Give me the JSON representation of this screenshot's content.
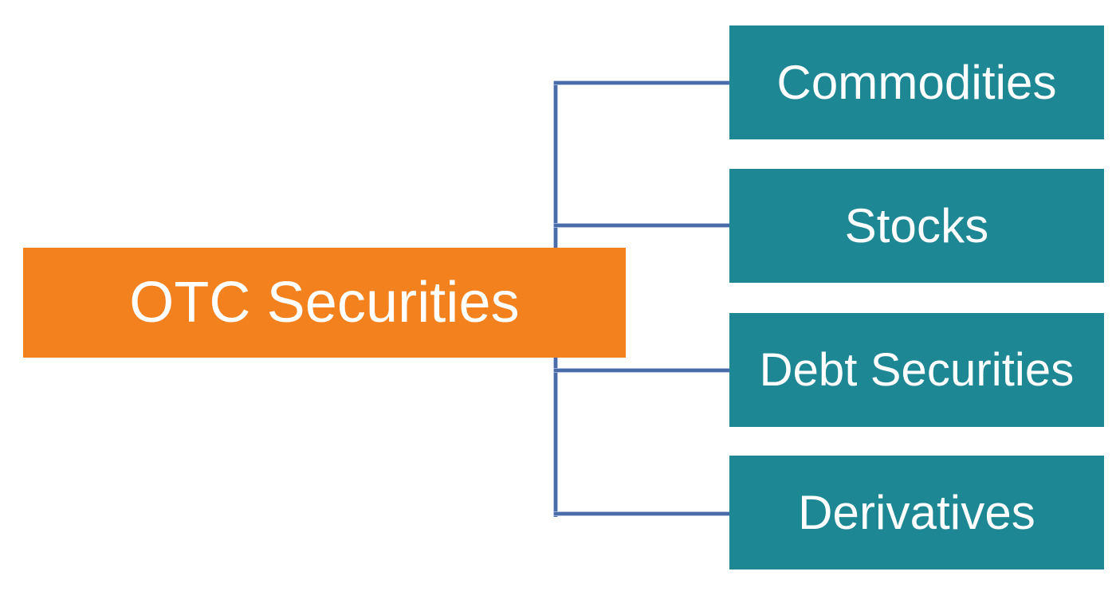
{
  "diagram": {
    "title": "OTC Securities",
    "type": "horizontal-tree",
    "background_color": "#FFFFFF",
    "root": {
      "label": "OTC Securities",
      "fill_color": "#F3821E",
      "text_color": "#FFFFFF"
    },
    "connector": {
      "color": "#4A6CA8",
      "style": "elbow-bracket"
    },
    "children": [
      {
        "label": "Commodities",
        "fill_color": "#1E8794",
        "text_color": "#FFFFFF"
      },
      {
        "label": "Stocks",
        "fill_color": "#1E8794",
        "text_color": "#FFFFFF"
      },
      {
        "label": "Debt Securities",
        "fill_color": "#1E8794",
        "text_color": "#FFFFFF"
      },
      {
        "label": "Derivatives",
        "fill_color": "#1E8794",
        "text_color": "#FFFFFF"
      }
    ]
  }
}
